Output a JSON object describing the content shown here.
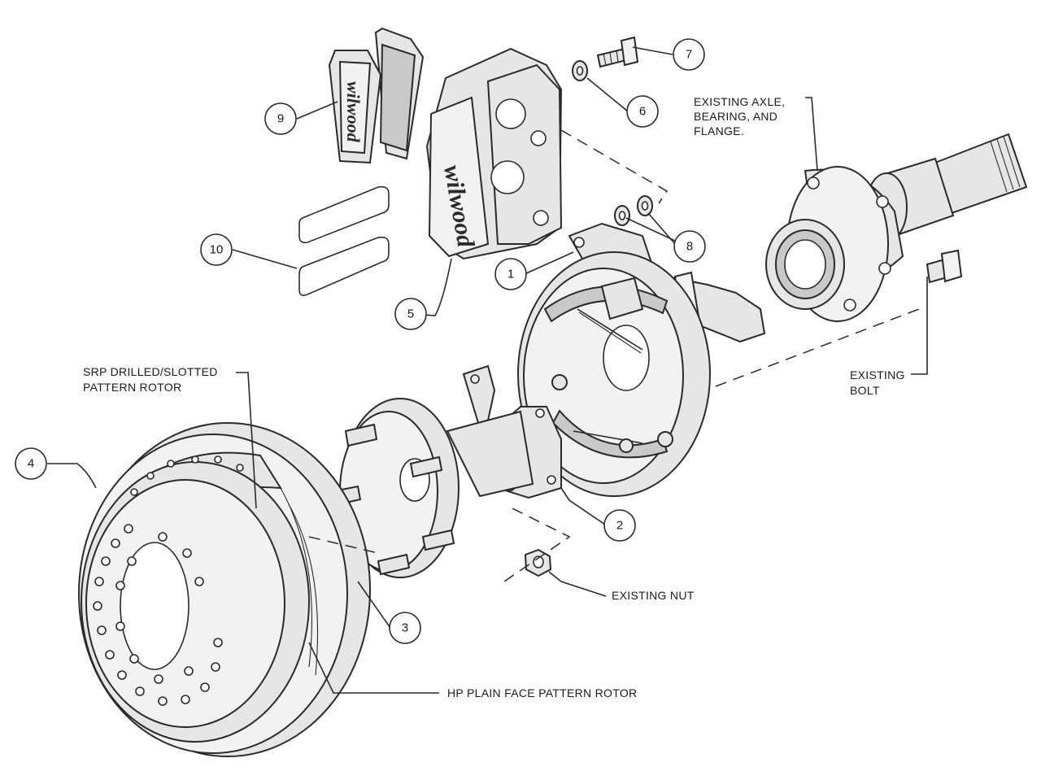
{
  "callouts": [
    {
      "number": "1"
    },
    {
      "number": "2"
    },
    {
      "number": "3"
    },
    {
      "number": "4"
    },
    {
      "number": "5"
    },
    {
      "number": "6"
    },
    {
      "number": "7"
    },
    {
      "number": "8"
    },
    {
      "number": "9"
    },
    {
      "number": "10"
    }
  ],
  "labels": {
    "axle": [
      "EXISTING AXLE,",
      "BEARING, AND",
      "FLANGE."
    ],
    "bolt": [
      "EXISTING",
      "BOLT"
    ],
    "srp_rotor": [
      "SRP DRILLED/SLOTTED",
      "PATTERN ROTOR"
    ],
    "nut": "EXISTING NUT",
    "hp_rotor": "HP PLAIN FACE PATTERN ROTOR"
  },
  "branding": {
    "pad_logo": "wilwood",
    "caliper_logo": "wilwood"
  }
}
